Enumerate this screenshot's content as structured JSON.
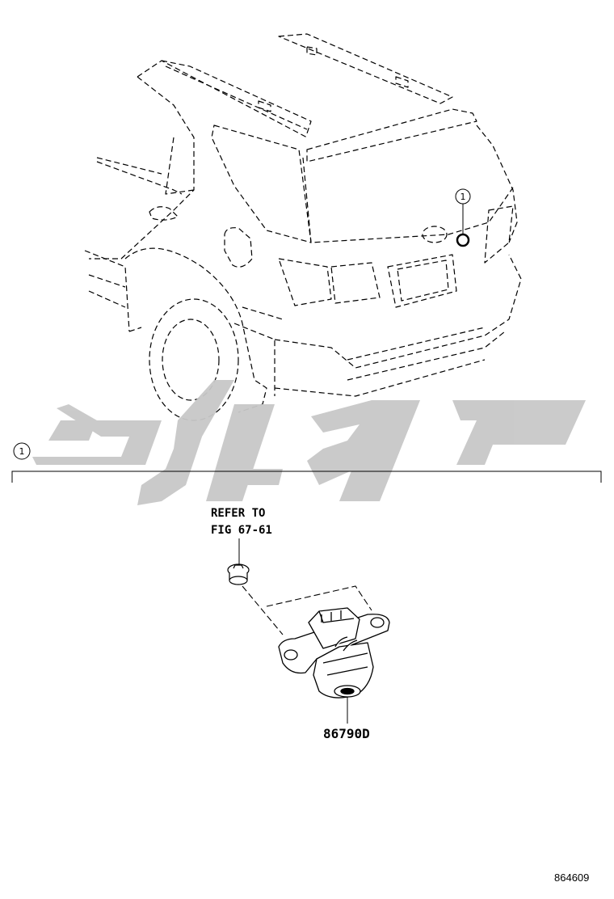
{
  "callout_marker": "1",
  "section_callout": "1",
  "refer_note": {
    "line1": "REFER TO",
    "line2": "FIG 67-61"
  },
  "part_number": "86790D",
  "diagram_id": "864609",
  "watermark": {
    "description": "gray arabic calligraphy watermark (logo)",
    "color": "#c8c8c8"
  },
  "colors": {
    "line": "#000000",
    "background": "#ffffff"
  }
}
